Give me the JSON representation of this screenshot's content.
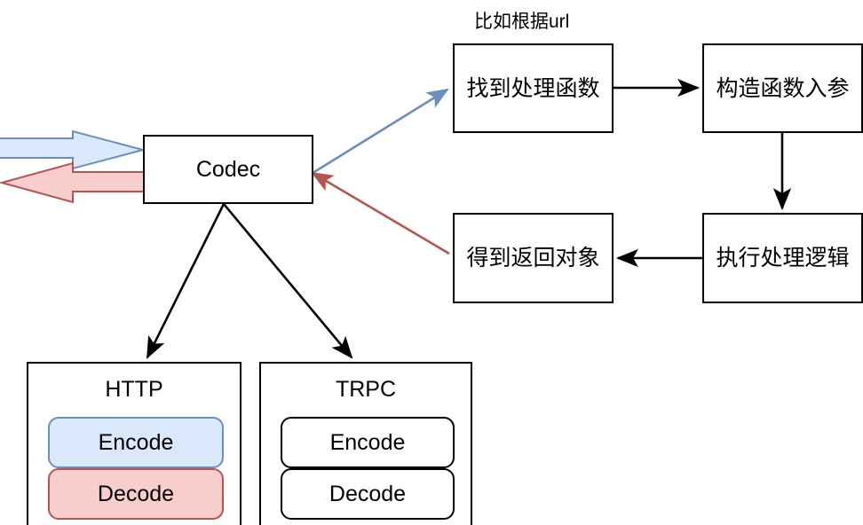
{
  "diagram": {
    "title_note": "比如根据url",
    "colors": {
      "stroke": "#000000",
      "blue_stroke": "#6c8ebf",
      "blue_fill": "#dae8fc",
      "red_stroke": "#b85450",
      "red_fill": "#f8cecc",
      "background": "#ffffff"
    },
    "nodes": {
      "codec": {
        "label": "Codec"
      },
      "find_handler": {
        "label": "找到处理函数"
      },
      "build_args": {
        "label": "构造函数入参"
      },
      "get_response": {
        "label": "得到返回对象"
      },
      "exec_logic": {
        "label": "执行处理逻辑"
      },
      "http": {
        "label": "HTTP",
        "encode": "Encode",
        "decode": "Decode"
      },
      "trpc": {
        "label": "TRPC",
        "encode": "Encode",
        "decode": "Decode"
      }
    },
    "arrows": {
      "request_in": "request-block-arrow-in",
      "response_out": "response-block-arrow-out",
      "codec_to_find_handler": "blue-arrow",
      "get_response_to_codec": "red-arrow",
      "find_handler_to_build_args": "black-arrow",
      "build_args_to_exec_logic": "black-arrow",
      "exec_logic_to_get_response": "black-arrow",
      "codec_to_http": "black-arrow",
      "codec_to_trpc": "black-arrow"
    }
  }
}
